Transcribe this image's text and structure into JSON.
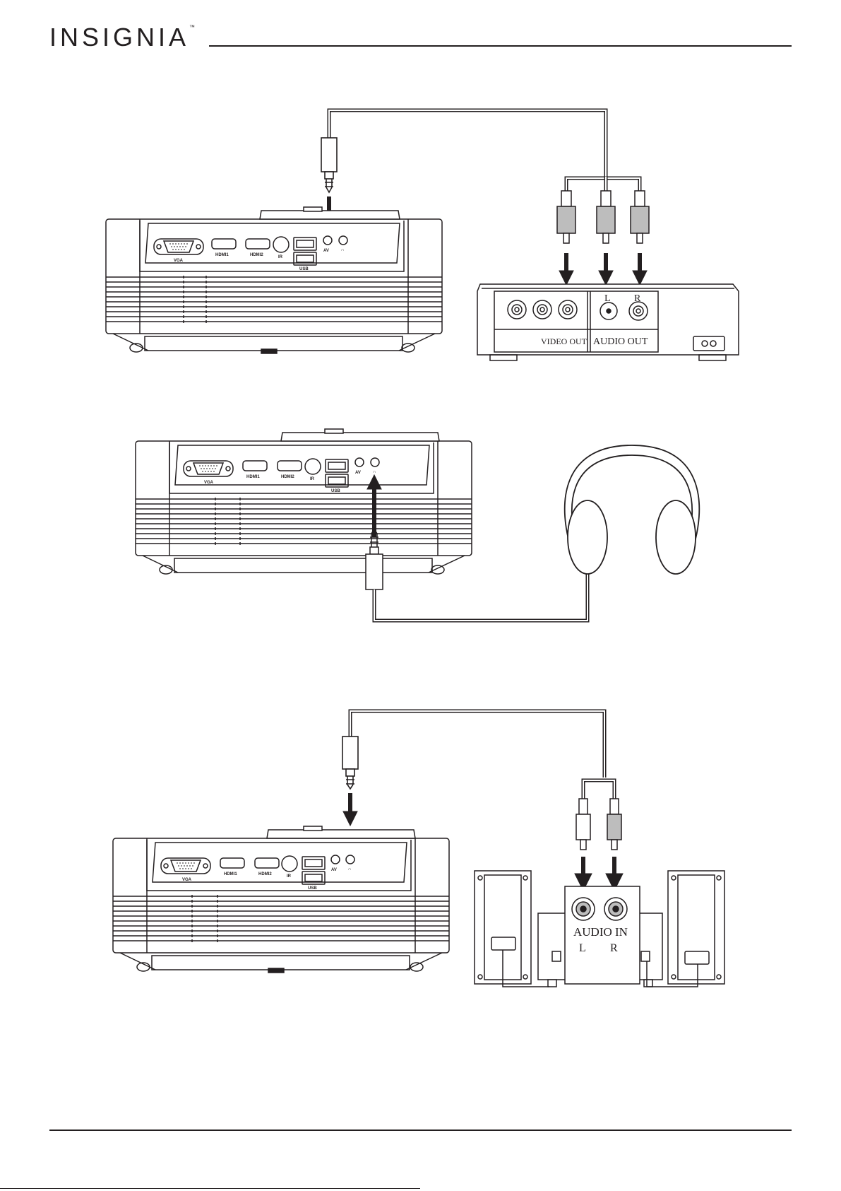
{
  "brand": {
    "name": "INSIGNIA",
    "tm": "™"
  },
  "port_labels": {
    "vga": "VGA",
    "hdmi1": "HDMI1",
    "hdmi2": "HDMI2",
    "ir": "IR",
    "usb": "USB",
    "av": "AV"
  },
  "figures": [
    {
      "id": "av-source",
      "device_labels": {
        "video_out": "VIDEO OUT",
        "audio_out": "AUDIO OUT",
        "left": "L",
        "right": "R"
      }
    },
    {
      "id": "headphones"
    },
    {
      "id": "speakers",
      "device_labels": {
        "audio_in": "AUDIO IN",
        "left": "L",
        "right": "R"
      }
    }
  ]
}
